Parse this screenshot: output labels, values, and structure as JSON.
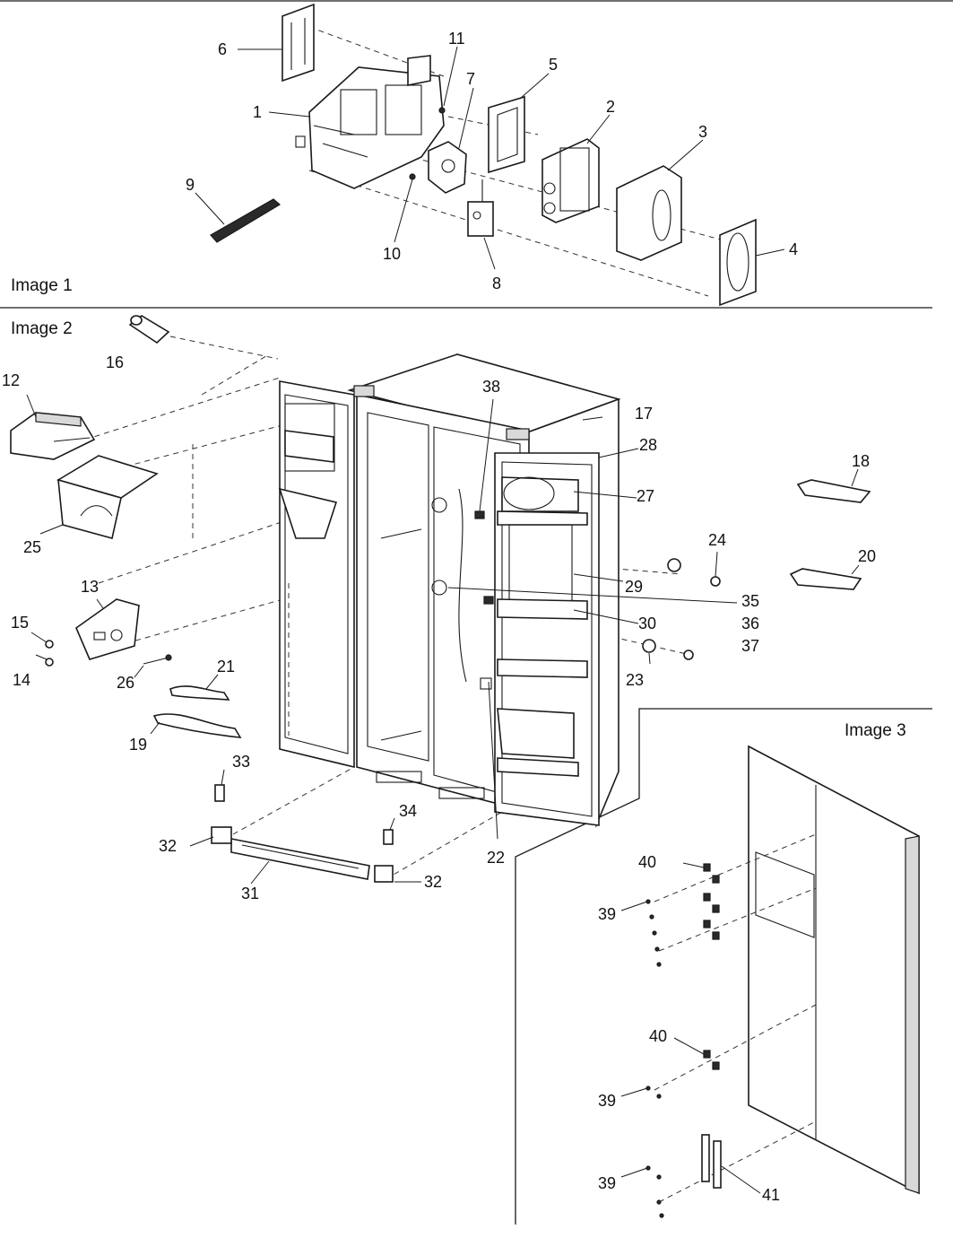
{
  "panels": [
    {
      "title": "Image 1"
    },
    {
      "title": "Image 2"
    },
    {
      "title": "Image 3"
    }
  ],
  "image1": {
    "callouts": [
      "1",
      "2",
      "3",
      "4",
      "5",
      "6",
      "7",
      "8",
      "9",
      "10",
      "11"
    ]
  },
  "image2": {
    "callouts": [
      "12",
      "13",
      "14",
      "15",
      "16",
      "17",
      "18",
      "19",
      "20",
      "21",
      "22",
      "23",
      "24",
      "25",
      "26",
      "27",
      "28",
      "29",
      "30",
      "31",
      "32",
      "32",
      "33",
      "34",
      "35",
      "36",
      "37",
      "38"
    ]
  },
  "image3": {
    "callouts": [
      "39",
      "39",
      "39",
      "40",
      "40",
      "41"
    ]
  }
}
